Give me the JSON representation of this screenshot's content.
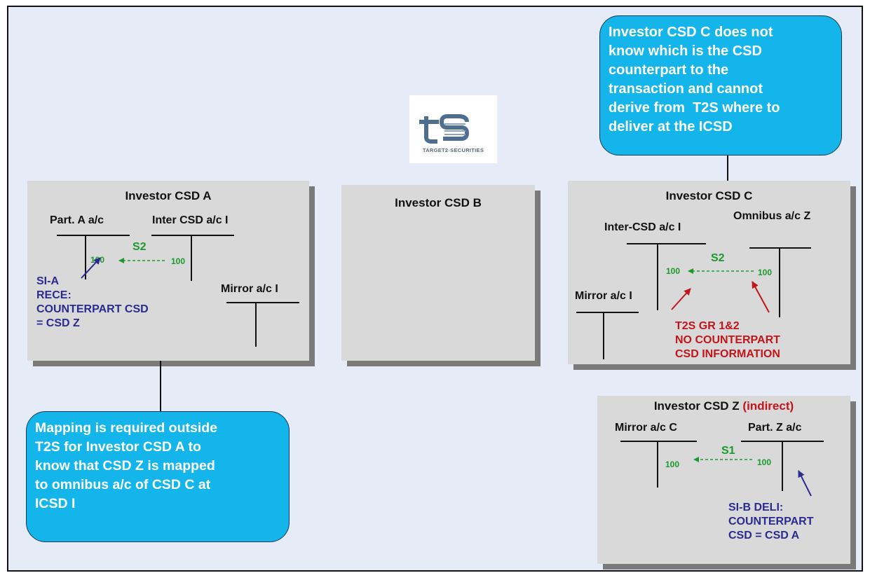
{
  "logo": {
    "text": "t2s",
    "subtitle": "TARGET2-SECURITIES"
  },
  "callout_top": {
    "text": "Investor CSD C does not\nknow which is the CSD\ncounterpart to the\ntransaction and cannot\nderive from  T2S where to\ndeliver at the ICSD"
  },
  "callout_bottom": {
    "text": "Mapping is required outside\nT2S for Investor CSD A to\nknow that CSD Z is mapped\nto omnibus a/c of CSD C at\nICSD I"
  },
  "csd_a": {
    "title": "Investor CSD A",
    "acc_part": "Part. A a/c",
    "acc_inter": "Inter CSD a/c I",
    "acc_mirror": "Mirror a/c I",
    "amount_left": "100",
    "amount_right": "100",
    "settlement": "S2",
    "instruction": "SI-A\nRECE:\nCOUNTERPART CSD\n= CSD Z"
  },
  "csd_b": {
    "title": "Investor CSD B"
  },
  "csd_c": {
    "title": "Investor CSD C",
    "acc_inter": "Inter-CSD a/c I",
    "acc_omnibus": "Omnibus a/c Z",
    "acc_mirror": "Mirror a/c I",
    "amount_left": "100",
    "amount_right": "100",
    "settlement": "S2",
    "note": "T2S GR 1&2\nNO COUNTERPART\nCSD INFORMATION"
  },
  "csd_z": {
    "title": "Investor CSD Z",
    "title_suffix": "(indirect)",
    "acc_mirror": "Mirror a/c C",
    "acc_part": "Part. Z a/c",
    "amount_left": "100",
    "amount_right": "100",
    "settlement": "S1",
    "instruction": "SI-B DELI:\nCOUNTERPART\nCSD = CSD A"
  },
  "colors": {
    "callout": "#13b5ea",
    "box": "#d9d9d9",
    "green": "#1a9a2a",
    "red": "#c0151a",
    "navy": "#2b2b8f"
  }
}
